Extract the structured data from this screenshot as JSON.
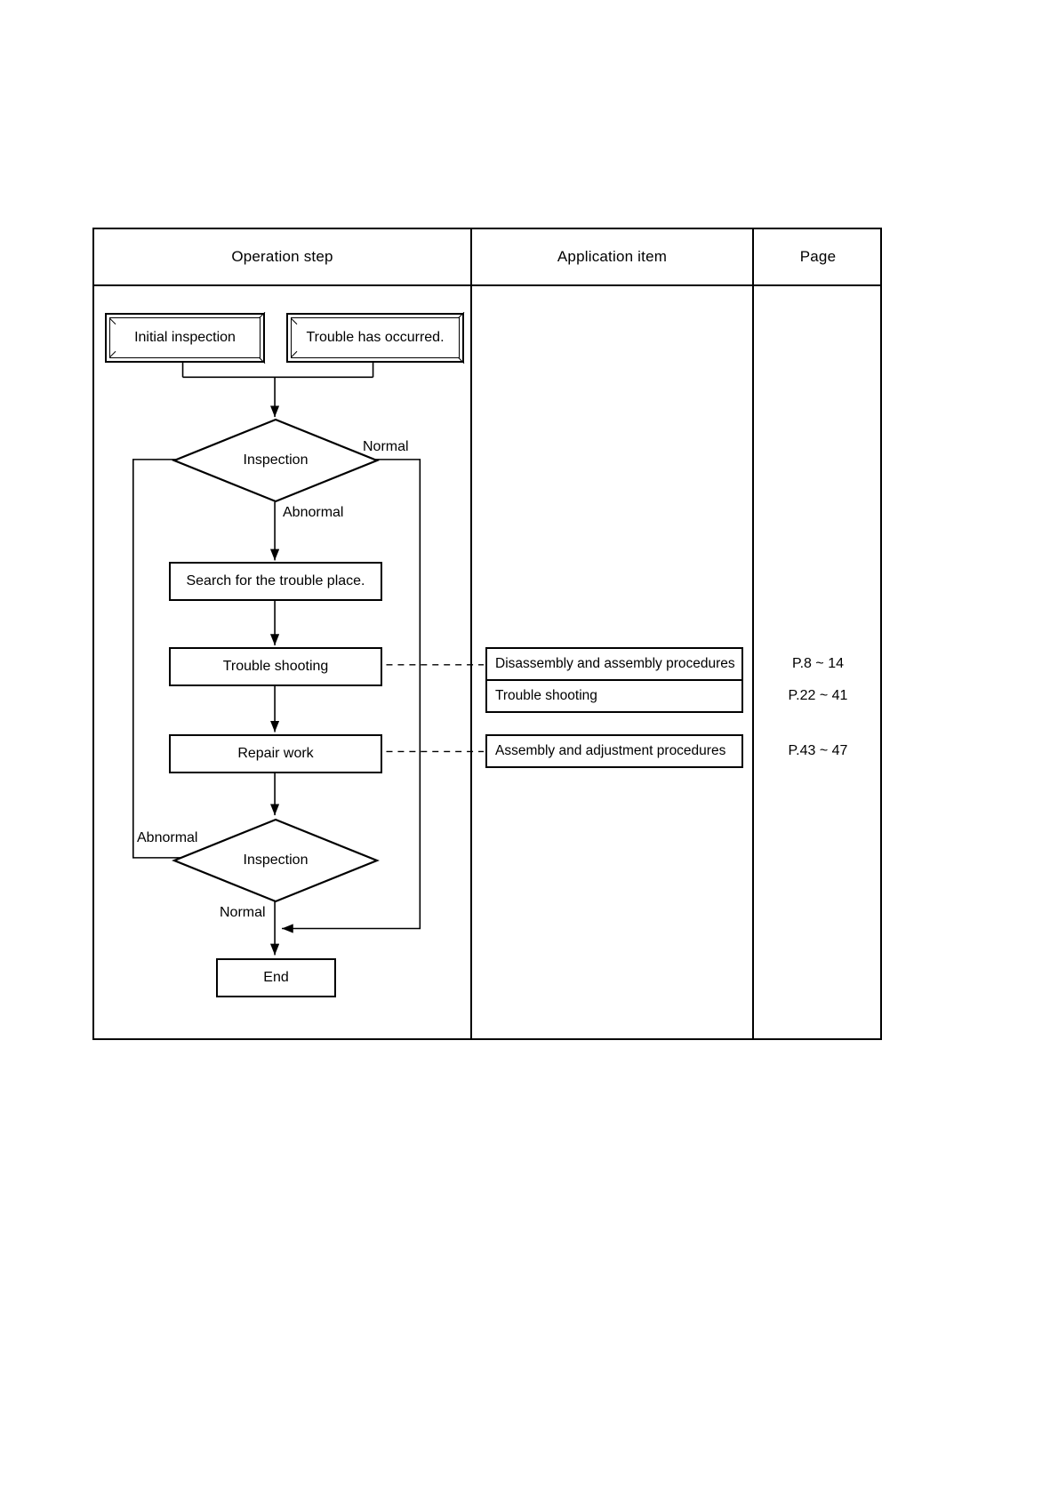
{
  "table": {
    "headers": [
      "Operation step",
      "Application item",
      "Page"
    ]
  },
  "flow": {
    "start_nodes": [
      {
        "label": "Initial inspection"
      },
      {
        "label": "Trouble has occurred."
      }
    ],
    "decision_1": {
      "label": "Inspection",
      "branch_right": "Normal",
      "branch_down": "Abnormal"
    },
    "process_search": "Search for the trouble place.",
    "process_trouble": "Trouble shooting",
    "process_repair": "Repair work",
    "decision_2": {
      "label": "Inspection",
      "branch_left": "Abnormal",
      "branch_down": "Normal"
    },
    "end_node": "End"
  },
  "application_items": [
    {
      "name": "Disassembly and assembly procedures",
      "page": "P.8 ~ 14"
    },
    {
      "name": "Trouble shooting",
      "page": "P.22 ~ 41"
    },
    {
      "name": "Assembly and adjustment procedures",
      "page": "P.43 ~ 47"
    }
  ],
  "colors": {
    "line": "#000000",
    "background": "#ffffff"
  },
  "chart_data": {
    "type": "table",
    "title": "",
    "columns": [
      "Operation step",
      "Application item",
      "Page"
    ],
    "rows": [
      [
        "Trouble shooting",
        "Disassembly and assembly procedures",
        "P.8 ~ 14"
      ],
      [
        "Trouble shooting",
        "Trouble shooting",
        "P.22 ~ 41"
      ],
      [
        "Repair work",
        "Assembly and adjustment procedures",
        "P.43 ~ 47"
      ]
    ]
  }
}
